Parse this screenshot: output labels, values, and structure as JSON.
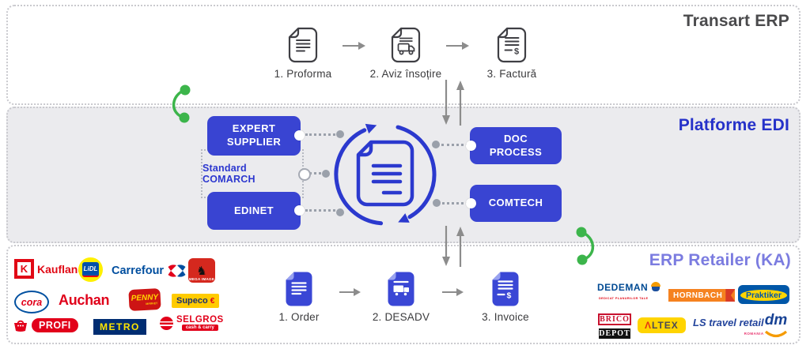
{
  "colors": {
    "primary_blue": "#3944d2",
    "hub_blue": "#2b39ce",
    "title_dark": "#4a4a4c",
    "title_blue": "#2531c9",
    "title_periwinkle": "#7b7ce0",
    "green": "#3cb54b",
    "arrow_gray": "#8c8c8c"
  },
  "misc": {
    "dollar": "$"
  },
  "transart": {
    "title": "Transart ERP",
    "docs": [
      {
        "label": "1. Proforma"
      },
      {
        "label": "2. Aviz însoțire"
      },
      {
        "label": "3. Factură"
      }
    ]
  },
  "edi": {
    "title": "Platforme EDI",
    "boxes_left": [
      {
        "label": "EXPERT SUPPLIER"
      },
      {
        "label": "EDINET"
      }
    ],
    "standard": "Standard COMARCH",
    "boxes_right": [
      {
        "label": "DOC PROCESS"
      },
      {
        "label": "COMTECH"
      }
    ]
  },
  "retailer": {
    "title": "ERP Retailer (KA)",
    "docs": [
      {
        "label": "1. Order"
      },
      {
        "label": "2. DESADV"
      },
      {
        "label": "3. Invoice"
      }
    ],
    "logos": {
      "kaufland": {
        "k": "K",
        "text": "Kaufland"
      },
      "lidl": {
        "text": "LiDL"
      },
      "carrefour": {
        "text": "Carrefour"
      },
      "mega": {
        "lion": "♞",
        "text": "MEGA IMAGE"
      },
      "cora": {
        "text": "cora"
      },
      "auchan": {
        "text": "Auchan"
      },
      "penny": {
        "text": "PENNY",
        "sub": "MARKET"
      },
      "supeco": {
        "text": "Supeco",
        "glyph": "€"
      },
      "profi": {
        "text": "PROFI"
      },
      "metro": {
        "text": "METRO"
      },
      "selgros": {
        "text": "SELGROS",
        "sub": "cash & carry"
      },
      "dedeman": {
        "text": "DEDEMAN",
        "tagline": "DEDICAT PLANURILOR TALE"
      },
      "hornbach": {
        "text": "HORNBACH"
      },
      "praktiker": {
        "text": "Praktiker"
      },
      "brico": {
        "line1": "BRICO",
        "line2": "DEPOT"
      },
      "altex": {
        "a": "Λ",
        "rest": "LTEX"
      },
      "ls": {
        "text": "LS travel retail",
        "sub": "ROMANIA"
      },
      "dm": {
        "text": "dm"
      }
    }
  }
}
